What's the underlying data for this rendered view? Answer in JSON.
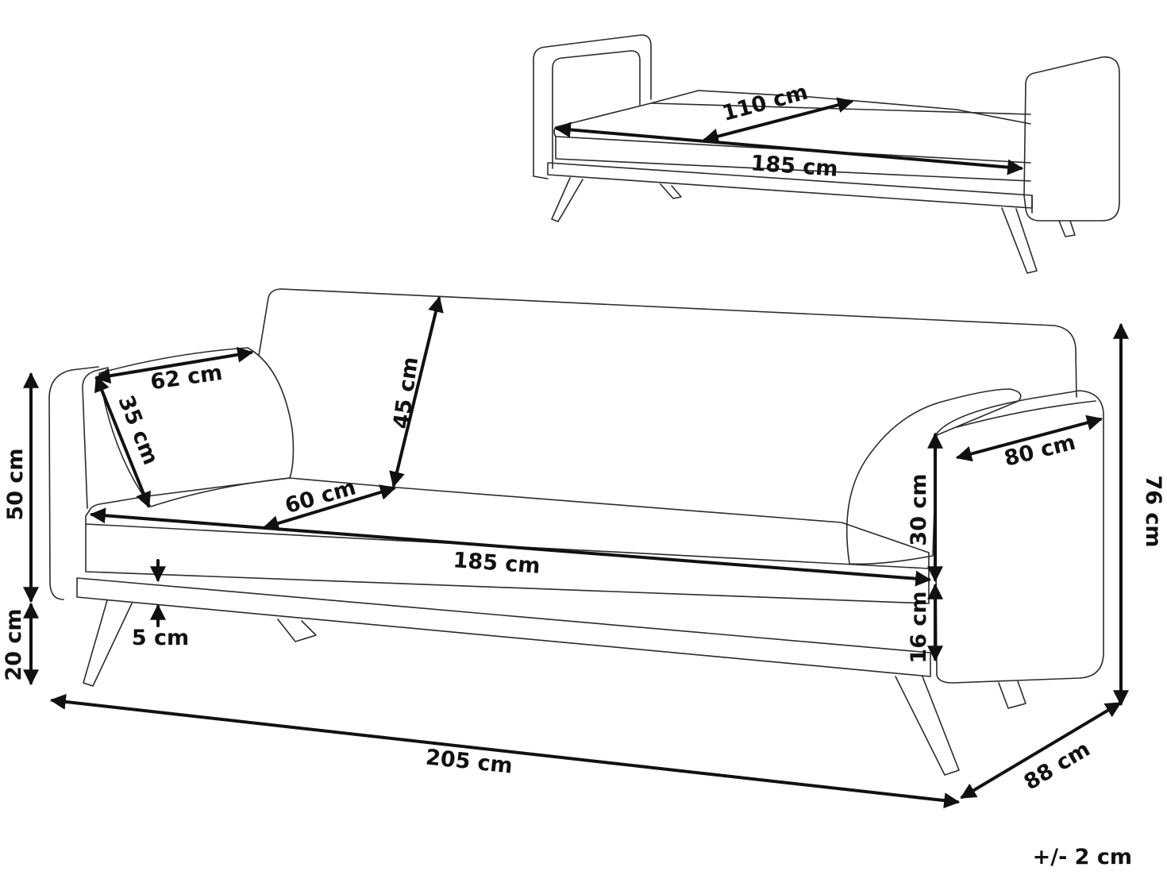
{
  "colors": {
    "outline": "#2b2b2b",
    "dimension": "#111111",
    "background": "#ffffff"
  },
  "bed": {
    "depth_label": "110 cm",
    "length_label": "185 cm"
  },
  "sofa": {
    "cushion_length_label": "62 cm",
    "cushion_height_label": "35 cm",
    "backrest_height_label": "45 cm",
    "seat_depth_label": "60 cm",
    "seat_width_label": "185 cm",
    "armrest_depth_label": "80 cm",
    "armrest_height_label": "30 cm",
    "seat_base_height_label": "16 cm",
    "frame_thickness_label": "5 cm",
    "seat_height_label": "50 cm",
    "leg_height_label": "20 cm",
    "total_height_label": "76 cm",
    "total_width_label": "205 cm",
    "total_depth_label": "88 cm"
  },
  "tolerance_label": "+/- 2 cm"
}
